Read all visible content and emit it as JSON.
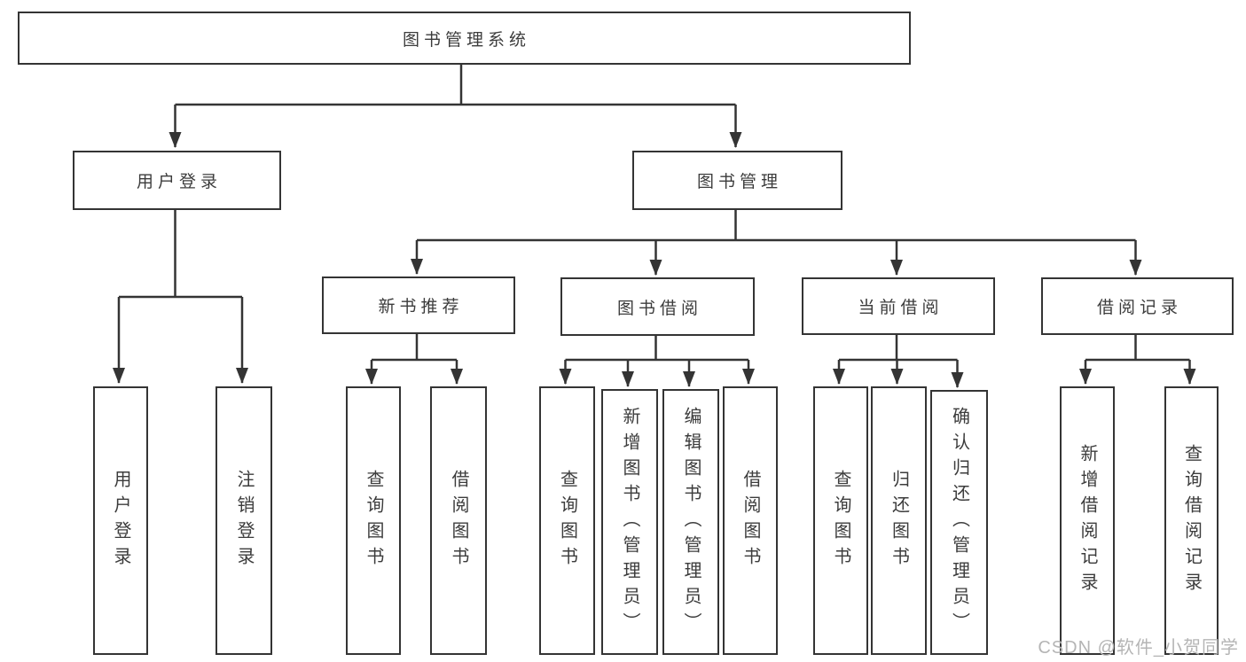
{
  "nodes": {
    "root": "图书管理系统",
    "user_login": "用户登录",
    "book_management": "图书管理",
    "new_book_recommend": "新书推荐",
    "book_borrow": "图书借阅",
    "current_borrow": "当前借阅",
    "borrow_records": "借阅记录"
  },
  "leaves": {
    "user_login": "用户登录",
    "logout": "注销登录",
    "recommend_query_books": "查询图书",
    "recommend_borrow_books": "借阅图书",
    "borrow_query_books": "查询图书",
    "borrow_add_books_admin": "新增图书（管理员）",
    "borrow_edit_books_admin": "编辑图书（管理员）",
    "borrow_borrow_books": "借阅图书",
    "current_query_books": "查询图书",
    "current_return_books": "归还图书",
    "current_confirm_return_admin": "确认归还（管理员）",
    "records_add_record": "新增借阅记录",
    "records_query_record": "查询借阅记录"
  },
  "watermark": "CSDN @软件_小贺同学",
  "colors": {
    "line": "#343434",
    "box_border": "#343434",
    "text": "#3c3c3c",
    "background": "#ffffff",
    "watermark": "#b5b5b5"
  }
}
